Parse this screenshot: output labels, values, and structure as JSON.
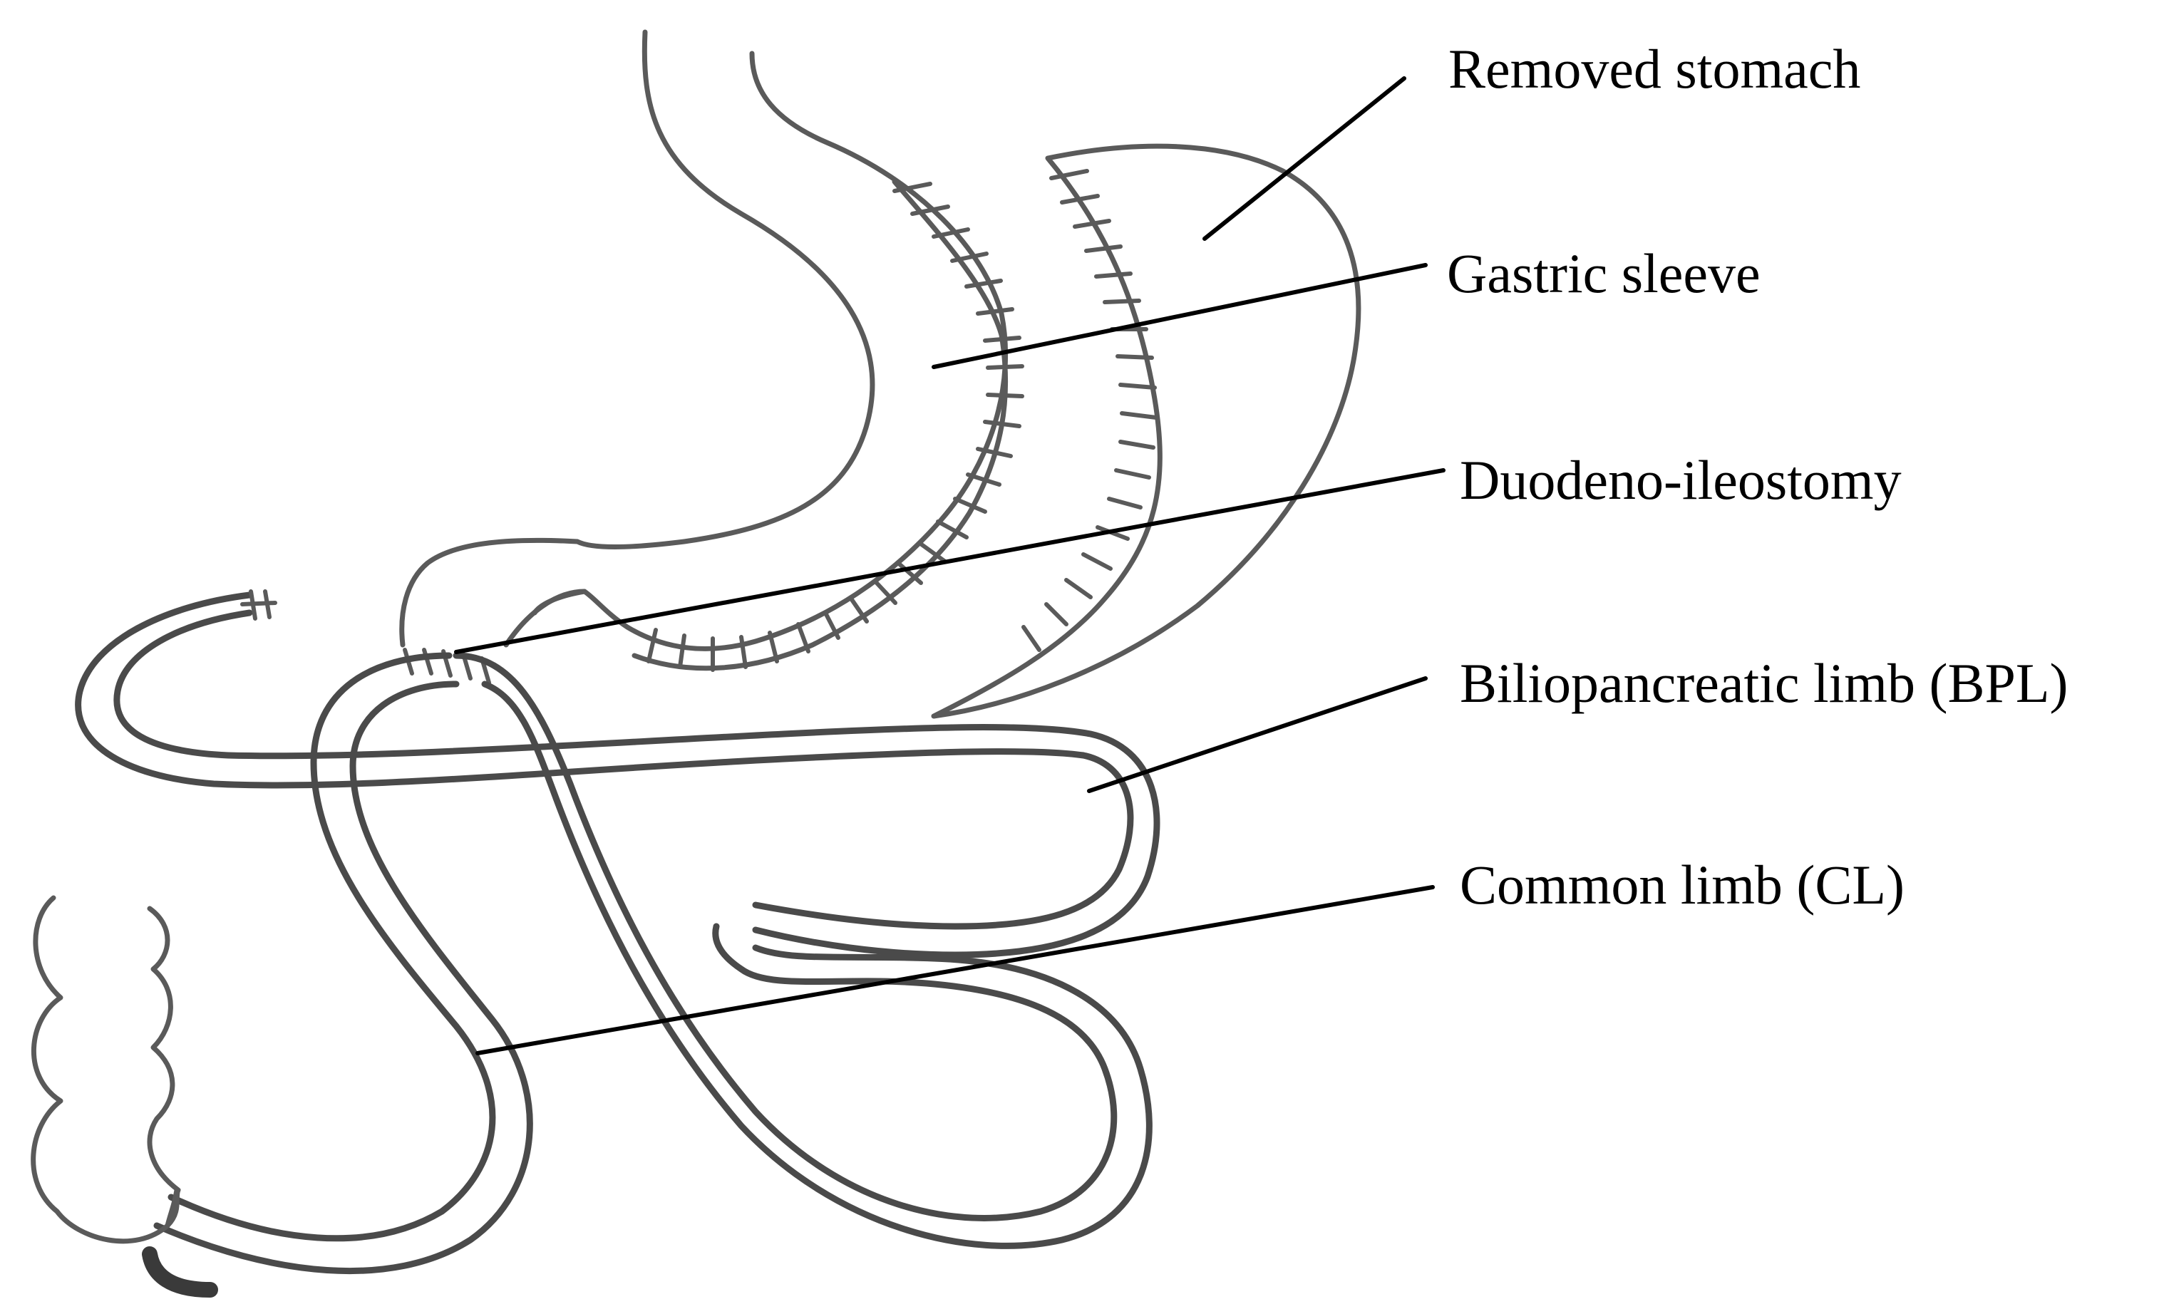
{
  "labels": {
    "removed_stomach": "Removed stomach",
    "gastric_sleeve": "Gastric sleeve",
    "duodeno_ileostomy": "Duodeno-ileostomy",
    "biliopancreatic_limb": "Biliopancreatic limb (BPL)",
    "common_limb": "Common limb (CL)"
  },
  "colors": {
    "organ_stroke": "#5a5a5a",
    "bowel_stroke": "#4a4a4a",
    "leader_stroke": "#000000",
    "background": "#ffffff"
  }
}
